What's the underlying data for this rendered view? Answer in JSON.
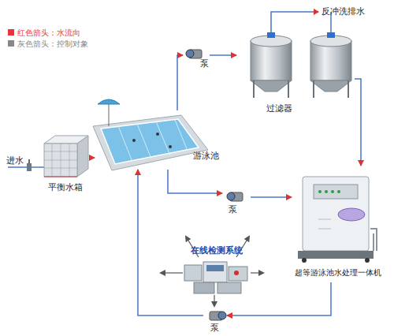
{
  "diagram": {
    "nodes": [
      {
        "text": [
          "平衡水箱"
        ]
      },
      {
        "text": [
          "游泳池"
        ]
      },
      {
        "text": [
          "泵"
        ]
      },
      {
        "text": [
          "过滤器"
        ]
      },
      {
        "text": [
          "泵"
        ]
      },
      {
        "text": [
          "超等游泳池水处理一体机"
        ]
      },
      {
        "text": [
          "在线检测系统"
        ]
      },
      {
        "text": [
          "泵"
        ]
      }
    ],
    "edges": [
      {
        "from": 0,
        "to": 1,
        "arrow": "to"
      },
      {
        "from": 1,
        "to": 2,
        "arrow": "to"
      },
      {
        "from": 2,
        "to": 3,
        "arrow": "to"
      },
      {
        "from": 3,
        "to": 5,
        "arrow": "to"
      },
      {
        "from": 1,
        "to": 4,
        "arrow": "to"
      },
      {
        "from": 4,
        "to": 5,
        "arrow": "to"
      },
      {
        "from": 5,
        "to": 7,
        "arrow": "to"
      },
      {
        "from": 7,
        "to": 1,
        "arrow": "to"
      }
    ],
    "labels": [
      "进水",
      "反冲洗排水"
    ],
    "legend": [
      {
        "text": "红色箭头：水流向",
        "color": "#e8333a"
      },
      {
        "text": "灰色箭头：控制对象",
        "color": "#888888"
      }
    ]
  }
}
